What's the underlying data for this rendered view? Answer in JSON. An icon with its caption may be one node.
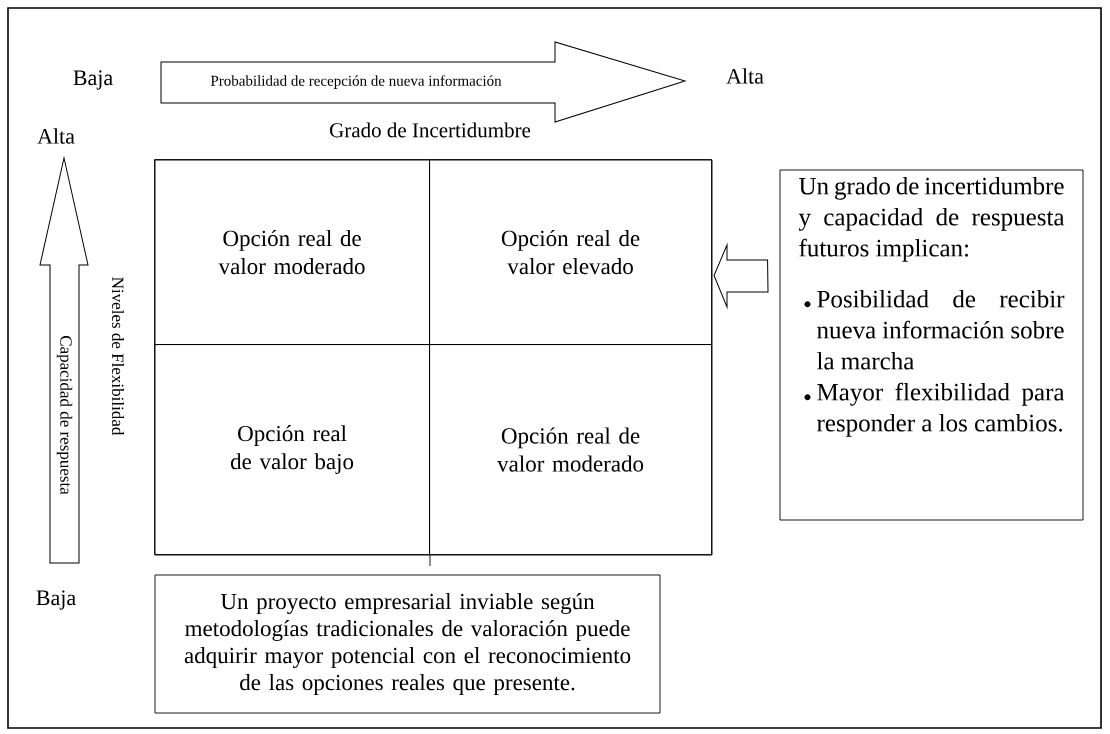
{
  "diagram": {
    "nodes": [
      {
        "text": [
          "Probabilidad de recepción de nueva información"
        ]
      },
      {
        "text": [
          "Capacidad de respuesta"
        ]
      },
      {
        "text": [],
        "shape": "box"
      },
      {
        "text": [
          "Opción real de valor moderado"
        ],
        "in": 2
      },
      {
        "text": [
          "Opción real de valor elevado"
        ],
        "in": 2
      },
      {
        "text": [
          "Opción real de valor bajo"
        ],
        "in": 2
      },
      {
        "text": [
          "Opción real de valor moderado"
        ],
        "in": 2
      },
      {
        "text": [
          "Un grado de incertidumbre y capacidad de respuesta futuros implican:",
          "Posibilidad de recibir nueva información sobre la marcha",
          "Mayor flexibilidad para responder a los cambios."
        ]
      },
      {
        "text": [
          "Un proyecto empresarial inviable según metodologías tradicionales de valoración puede adquirir mayor potencial con el reconocimiento de las opciones reales que presente."
        ]
      }
    ],
    "edges": [
      {
        "from": 7,
        "to": 4,
        "arrow": "to"
      }
    ],
    "labels": [
      "Baja",
      "Alta",
      "Alta",
      "Grado de Incertidumbre",
      "Niveles de Flexibilidad",
      "Baja"
    ]
  }
}
